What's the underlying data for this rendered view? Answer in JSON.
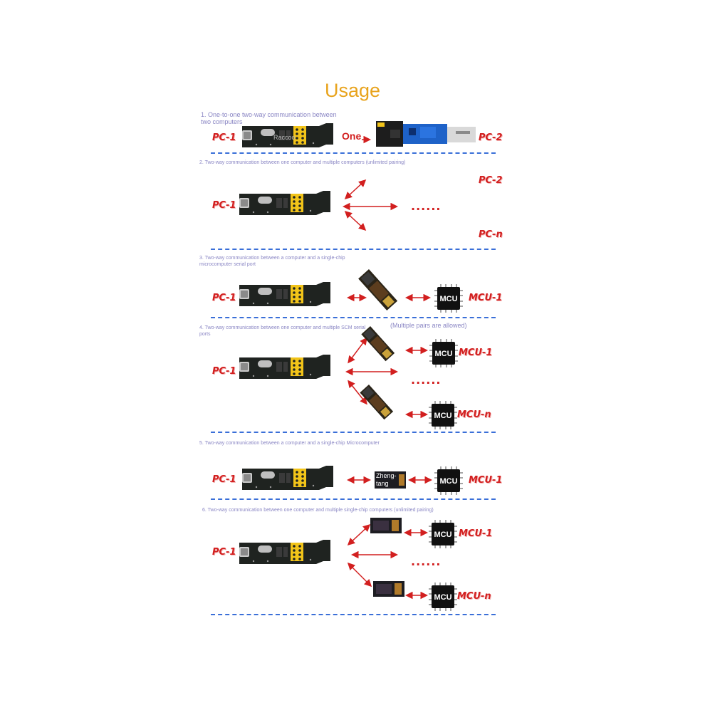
{
  "title": "Usage",
  "sections": [
    {
      "caption": "1. One-to-one two-way communication between two computers"
    },
    {
      "caption": "2. Two-way communication between one computer and multiple computers (unlimited pairing)"
    },
    {
      "caption": "3. Two-way communication between a computer and a single-chip microcomputer serial port"
    },
    {
      "caption": "4. Two-way communication between one computer and multiple SCM serial ports"
    },
    {
      "caption": "5. Two-way communication between a computer and a single-chip Microcomputer"
    },
    {
      "caption": "6. Two-way communication between one computer and multiple single-chip computers (unlimited pairing)"
    }
  ],
  "labels": {
    "pc1": "PC-1",
    "pc2": "PC-2",
    "pcn": "PC-n",
    "mcu1": "MCU-1",
    "mcun": "MCU-n",
    "mcu_chip": "MCU",
    "one": "One",
    "dots": "......",
    "multiple_pairs": "(Multiple pairs are allowed)",
    "board_text": "Raccoo",
    "module_text_1": "Zheng-",
    "module_text_2": "tang"
  },
  "colors": {
    "title": "#e8a31c",
    "label_red": "#d21f1f",
    "caption": "#8a86c4",
    "divider": "#3a6fd8",
    "pcb": "#1f2320",
    "header_yellow": "#f2c419",
    "usb_blue": "#1e62c8"
  }
}
